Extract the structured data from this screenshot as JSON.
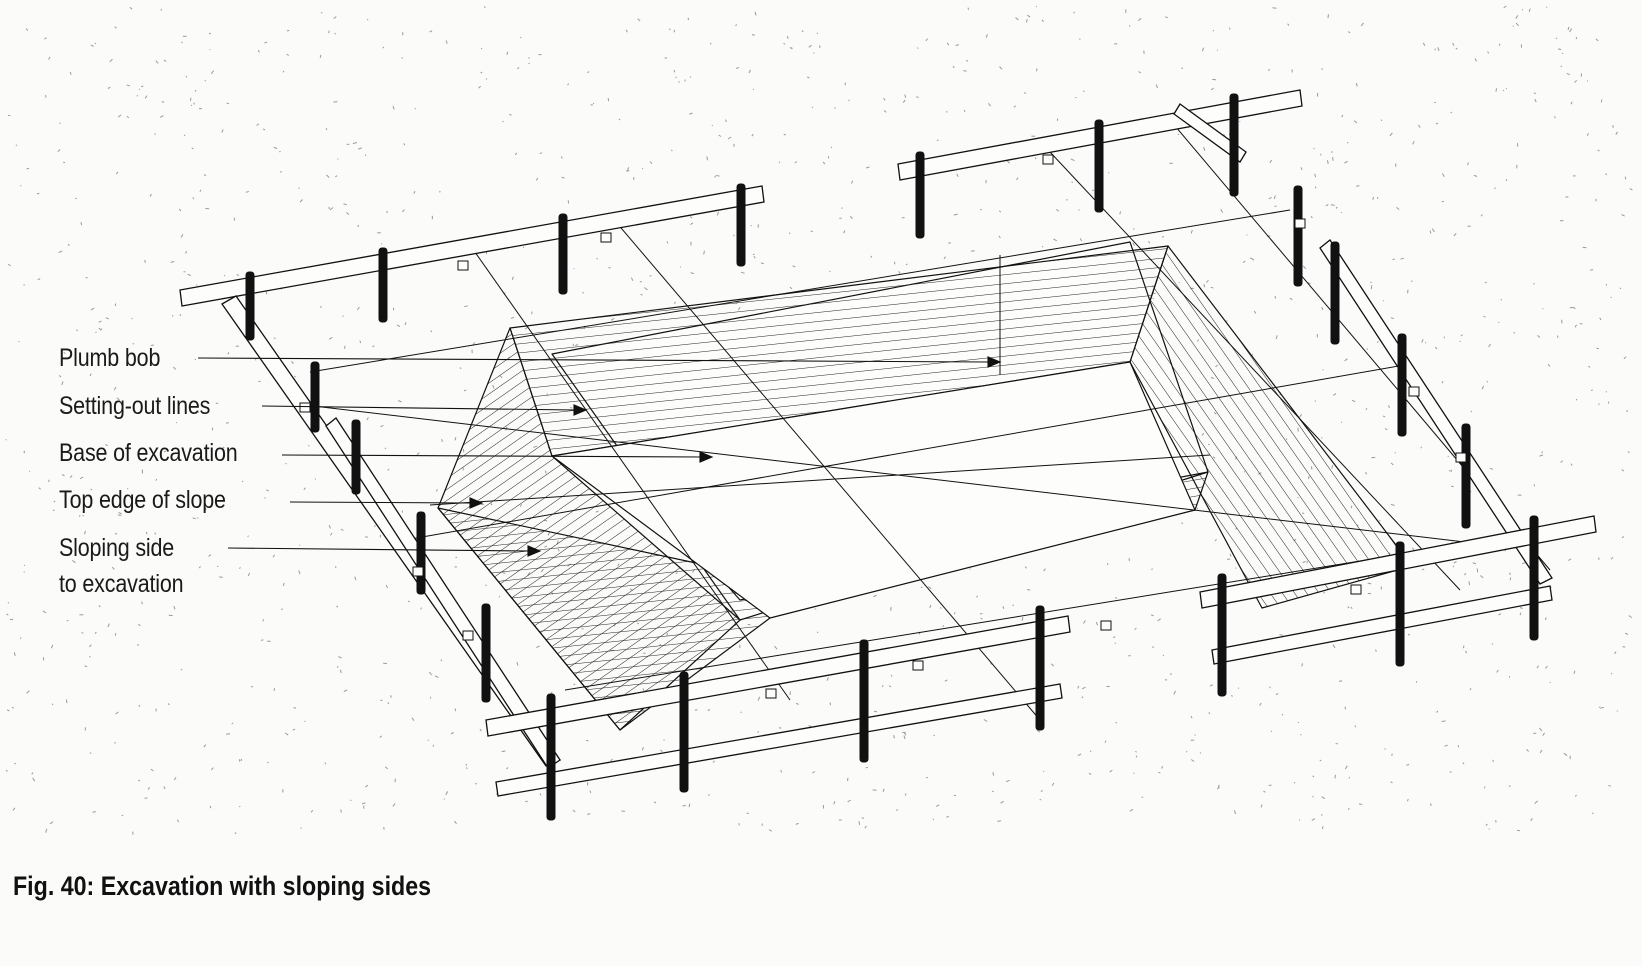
{
  "figure": {
    "caption": "Fig. 40: Excavation with sloping sides",
    "labels": {
      "plumb_bob": "Plumb bob",
      "setting_out_lines": "Setting-out lines",
      "base_of_excavation": "Base of excavation",
      "top_edge_of_slope": "Top edge of slope",
      "sloping_side_line1": "Sloping side",
      "sloping_side_line2": "to excavation"
    }
  },
  "colors": {
    "ink": "#111111",
    "paper": "#fbfbfa",
    "stipple": "#9a9a9a"
  }
}
